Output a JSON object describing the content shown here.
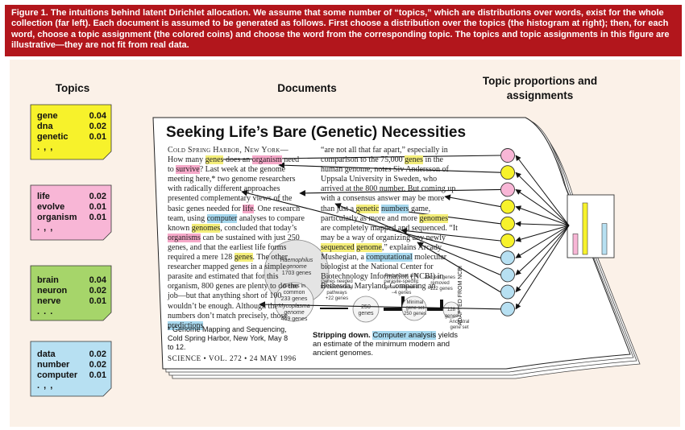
{
  "caption": "Figure 1. The intuitions behind latent Dirichlet allocation. We assume that some number of “topics,” which are distributions over words, exist for the whole collection (far left). Each document is assumed to be generated as follows. First choose a distribution over the topics (the histogram at right); then, for each word, choose a topic assignment (the colored coins) and choose the word from the corresponding topic. The topics and topic assignments in this figure are illustrative—they are not fit from real data.",
  "headings": {
    "topics": "Topics",
    "documents": "Documents",
    "proportions_line1": "Topic proportions and",
    "proportions_line2": "assignments"
  },
  "topics": [
    {
      "color": "#f7f22b",
      "words": [
        {
          "w": "gene",
          "p": "0.04"
        },
        {
          "w": "dna",
          "p": "0.02"
        },
        {
          "w": "genetic",
          "p": "0.01"
        }
      ],
      "dots": ". , ,"
    },
    {
      "color": "#f8b6d6",
      "words": [
        {
          "w": "life",
          "p": "0.02"
        },
        {
          "w": "evolve",
          "p": "0.01"
        },
        {
          "w": "organism",
          "p": "0.01"
        }
      ],
      "dots": ". , ,"
    },
    {
      "color": "#a6d56a",
      "words": [
        {
          "w": "brain",
          "p": "0.04"
        },
        {
          "w": "neuron",
          "p": "0.02"
        },
        {
          "w": "nerve",
          "p": "0.01"
        }
      ],
      "dots": ". . ."
    },
    {
      "color": "#b7e0f2",
      "words": [
        {
          "w": "data",
          "p": "0.02"
        },
        {
          "w": "number",
          "p": "0.02"
        },
        {
          "w": "computer",
          "p": "0.01"
        }
      ],
      "dots": ". , ,"
    }
  ],
  "document": {
    "headline": "Seeking Life’s Bare (Genetic) Necessities",
    "dateline": "Cold Spring Harbor, New York—",
    "col1": [
      {
        "t": "How many "
      },
      {
        "t": "genes",
        "h": "yellow"
      },
      {
        "t": " does an "
      },
      {
        "t": "organism",
        "h": "pink"
      },
      {
        "t": " need to "
      },
      {
        "t": "survive",
        "h": "pink"
      },
      {
        "t": "? Last week at the genome meeting here,* two genome researchers with radically different approaches presented complementary views of the basic genes needed for "
      },
      {
        "t": "life",
        "h": "pink"
      },
      {
        "t": ". One research team, using "
      },
      {
        "t": "computer",
        "h": "blue"
      },
      {
        "t": " analyses to compare known "
      },
      {
        "t": "genomes",
        "h": "yellow"
      },
      {
        "t": ", concluded that today’s "
      },
      {
        "t": "organisms",
        "h": "pink"
      },
      {
        "t": " can be sustained with just 250 genes, and that the earliest life forms required a mere 128 "
      },
      {
        "t": "genes",
        "h": "yellow"
      },
      {
        "t": ". The other researcher mapped genes in a simple parasite and estimated that for this organism, 800 genes are plenty to do the job—but that anything short of 100 wouldn’t be enough."
      },
      {
        "t": " Although the numbers don’t match precisely, those "
      },
      {
        "t": "predictions",
        "h": "blue"
      }
    ],
    "col2": [
      {
        "t": "“are not all that far apart,” especially in comparison to the 75,000 "
      },
      {
        "t": "genes",
        "h": "yellow"
      },
      {
        "t": " in the human genome, notes Siv Andersson of Uppsala University in Sweden, who arrived at the 800 number. But coming up with a consensus answer may be more than just a "
      },
      {
        "t": "genetic",
        "h": "yellow"
      },
      {
        "t": " "
      },
      {
        "t": "numbers",
        "h": "blue"
      },
      {
        "t": " game, particularly as more and more "
      },
      {
        "t": "genomes",
        "h": "yellow"
      },
      {
        "t": " are completely mapped and sequenced. “It may be a way of organizing any newly "
      },
      {
        "t": "sequenced",
        "h": "yellow"
      },
      {
        "t": " "
      },
      {
        "t": "genome",
        "h": "yellow"
      },
      {
        "t": ",” explains Arcady Mushegian, a "
      },
      {
        "t": "computational",
        "h": "blue"
      },
      {
        "t": " molecular biologist at the National Center for Biotechnology Information (NCBI) in Bethesda, Maryland. Comparing an"
      }
    ],
    "footnote": "* Genome Mapping and Sequencing, Cold Spring Harbor, New York, May 8 to 12.",
    "journal": "SCIENCE • VOL. 272 • 24 MAY 1996",
    "figure_caption_bold": "Stripping down.",
    "figure_caption_link": "Computer analysis",
    "figure_caption_rest": " yields an estimate of the minimum modern and ancient genomes.",
    "sidebar_credit": "ADAPTED FROM NCBI",
    "inset": {
      "haemophilus": "Haemophilus genome",
      "haemophilus_genes": "1703 genes",
      "common": "Genes in common",
      "common_genes": "233 genes",
      "mycoplasma": "Mycoplasma genome",
      "mycoplasma_genes": "469 genes",
      "genes_needed": "Genes needed for biochemical pathways",
      "plus22": "+22 genes",
      "redundant": "Redundant and parasite-specific genes removed",
      "minus4": "−4 genes",
      "g250": "250 genes",
      "minimal": "Minimal gene set",
      "minimal_genes": "250 genes",
      "ancient_removed": "Ancient genes removed",
      "minus122": "−122 genes",
      "g128": "128 genes",
      "ancestral": "Ancestral gene set"
    }
  },
  "coins": [
    "#f8b6d6",
    "#f7f22b",
    "#f8b6d6",
    "#f7f22b",
    "#f7f22b",
    "#f7f22b",
    "#b7e0f2",
    "#b7e0f2",
    "#b7e0f2",
    "#b7e0f2"
  ],
  "chart_data": {
    "type": "bar",
    "categories": [
      "pink",
      "yellow",
      "green",
      "blue"
    ],
    "values": [
      0.4,
      1.0,
      0.0,
      0.6
    ],
    "colors": [
      "#f8b6d6",
      "#f7f22b",
      "#a6d56a",
      "#b7e0f2"
    ],
    "ylim": [
      0,
      1
    ]
  }
}
